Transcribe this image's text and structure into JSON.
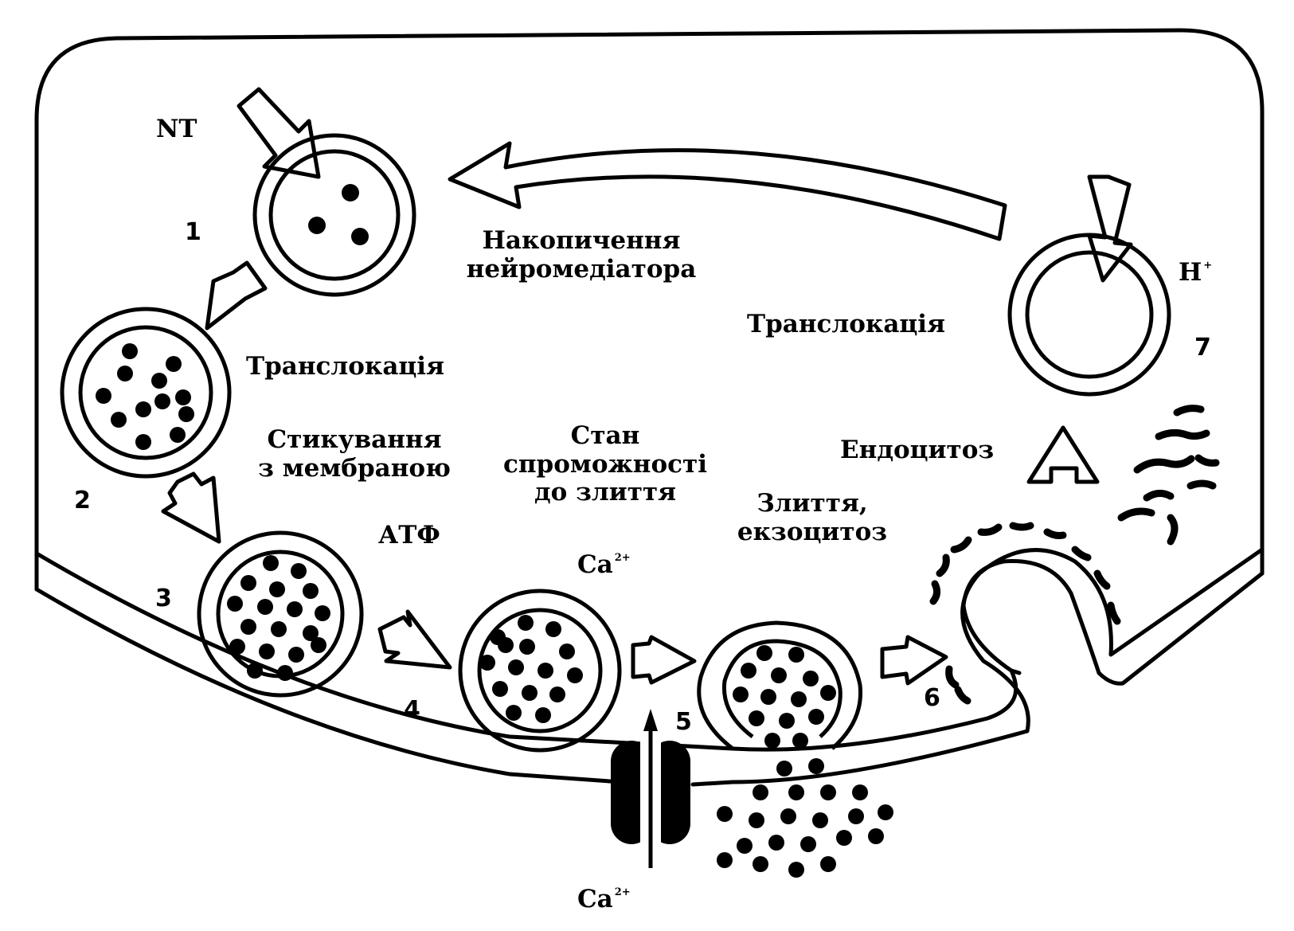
{
  "labels": {
    "nt": "NT",
    "h_ion": "H",
    "h_sup": "+",
    "accumulation_line1": "Накопичення",
    "accumulation_line2": "нейромедіатора",
    "translocation_left": "Транслокація",
    "translocation_right": "Транслокація",
    "docking_line1": "Стикування",
    "docking_line2": "з мембраною",
    "atp": "АТФ",
    "priming_line1": "Стан",
    "priming_line2": "спроможності",
    "priming_line3": "до злиття",
    "fusion_line1": "Злиття,",
    "fusion_line2": "екзоцитоз",
    "endocytosis": "Ендоцитоз",
    "ca_top": "Ca",
    "ca_bottom": "Ca",
    "ca_charge": "2+"
  },
  "steps": [
    "1",
    "2",
    "3",
    "4",
    "5",
    "6",
    "7"
  ],
  "colors": {
    "ink": "#000000",
    "paper": "#ffffff"
  }
}
